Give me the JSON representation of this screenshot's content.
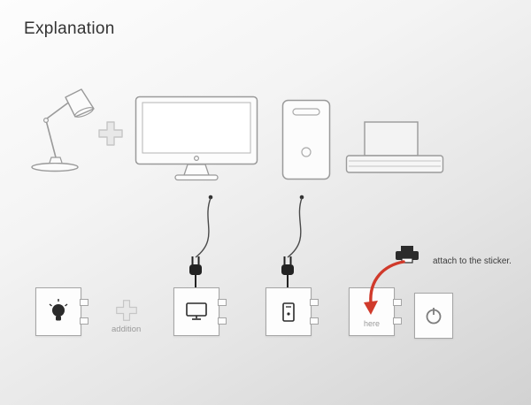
{
  "title": "Explanation",
  "labels": {
    "addition": "addition",
    "here": "here",
    "attach": "attach to the sticker."
  },
  "colors": {
    "accent_red": "#d03a2b",
    "line_gray": "#9a9a9a",
    "ink_dark": "#2b2b2b",
    "background_light": "#fdfdfd"
  },
  "icons": {
    "top_row": [
      "desk-lamp",
      "plus",
      "monitor",
      "computer-tower",
      "printer"
    ],
    "bottom_row": [
      "lightbulb-sticker",
      "plus",
      "monitor-sticker",
      "tower-sticker",
      "here-sticker",
      "power-switch"
    ],
    "connectors": [
      "plug",
      "plug",
      "red-arrow",
      "mini-printer"
    ]
  }
}
